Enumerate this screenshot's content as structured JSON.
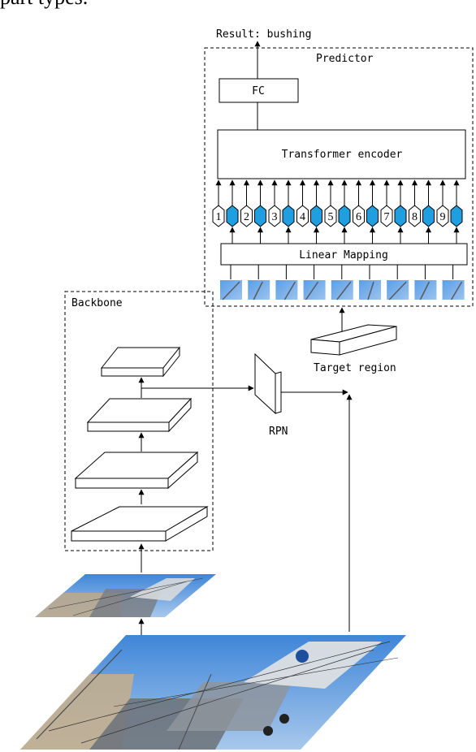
{
  "header": {
    "text": "part types."
  },
  "predictor": {
    "title": "Predictor",
    "result": "Result: bushing",
    "fc": "FC",
    "encoder": "Transformer encoder",
    "mapping": "Linear Mapping",
    "tokens": [
      "1",
      "2",
      "3",
      "4",
      "5",
      "6",
      "7",
      "8",
      "9"
    ]
  },
  "backbone": {
    "title": "Backbone"
  },
  "rpn": {
    "label": "RPN"
  },
  "target": {
    "label": "Target region"
  },
  "colors": {
    "token_fill": "#1f9fdf",
    "sky_top": "#3f86d8",
    "sky_bottom": "#a8c8ec",
    "equipment": "#7a7f86"
  }
}
